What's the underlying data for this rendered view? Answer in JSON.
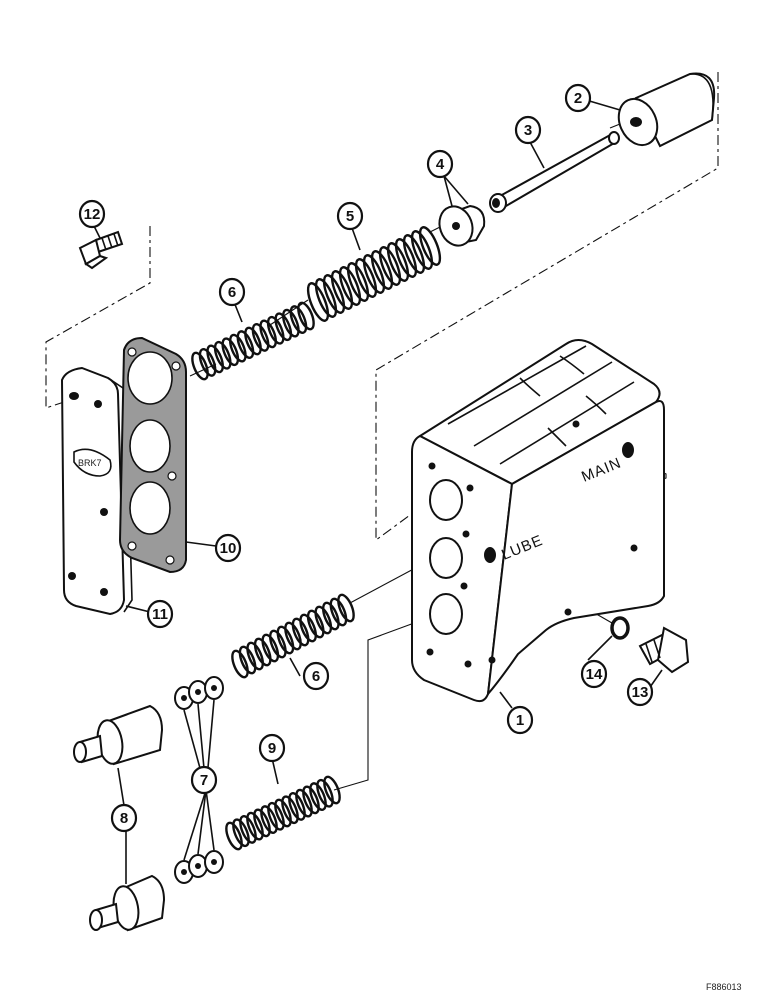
{
  "figure_code": "F886013",
  "casting_labels": {
    "main": "MAIN",
    "lube": "LUBE"
  },
  "plate_stamp": "BRK7",
  "callouts": [
    "1",
    "2",
    "3",
    "4",
    "5",
    "6",
    "6",
    "7",
    "8",
    "9",
    "10",
    "11",
    "12",
    "13",
    "14"
  ],
  "colors": {
    "ink": "#111111",
    "paper": "#ffffff",
    "gasket": "#9a9a9a"
  }
}
